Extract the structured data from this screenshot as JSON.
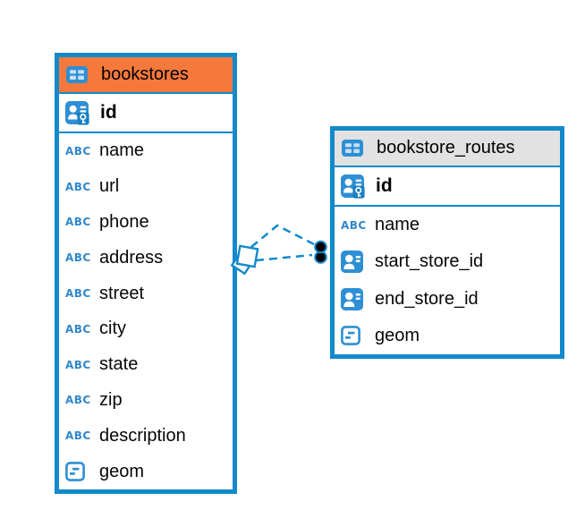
{
  "diagram": {
    "background_color": "#ffffff",
    "accent_blue": "#1289CB",
    "icon_blue": "#2E8FD4",
    "tables": [
      {
        "name": "bookstores",
        "header_color": "#F6793C",
        "header_icon": "table-grid-icon",
        "primary_key": {
          "name": "id",
          "icon": "person-key-icon"
        },
        "columns": [
          {
            "name": "name",
            "type_icon": "text-abc-icon"
          },
          {
            "name": "url",
            "type_icon": "text-abc-icon"
          },
          {
            "name": "phone",
            "type_icon": "text-abc-icon"
          },
          {
            "name": "address",
            "type_icon": "text-abc-icon"
          },
          {
            "name": "street",
            "type_icon": "text-abc-icon"
          },
          {
            "name": "city",
            "type_icon": "text-abc-icon"
          },
          {
            "name": "state",
            "type_icon": "text-abc-icon"
          },
          {
            "name": "zip",
            "type_icon": "text-abc-icon"
          },
          {
            "name": "description",
            "type_icon": "text-abc-icon"
          },
          {
            "name": "geom",
            "type_icon": "geometry-icon"
          }
        ]
      },
      {
        "name": "bookstore_routes",
        "header_color": "#E2E2E2",
        "header_icon": "table-grid-icon",
        "primary_key": {
          "name": "id",
          "icon": "person-key-icon"
        },
        "columns": [
          {
            "name": "name",
            "type_icon": "text-abc-icon"
          },
          {
            "name": "start_store_id",
            "type_icon": "person-ref-icon"
          },
          {
            "name": "end_store_id",
            "type_icon": "person-ref-icon"
          },
          {
            "name": "geom",
            "type_icon": "geometry-icon"
          }
        ]
      }
    ],
    "relationship": {
      "from_table": "bookstores",
      "to_table": "bookstore_routes",
      "line_style": "dashed",
      "line_count": 2,
      "from_marker": "diamond-marker",
      "to_marker": "double-dot-marker"
    },
    "icons": {
      "text_abc_label": "ABC"
    }
  }
}
